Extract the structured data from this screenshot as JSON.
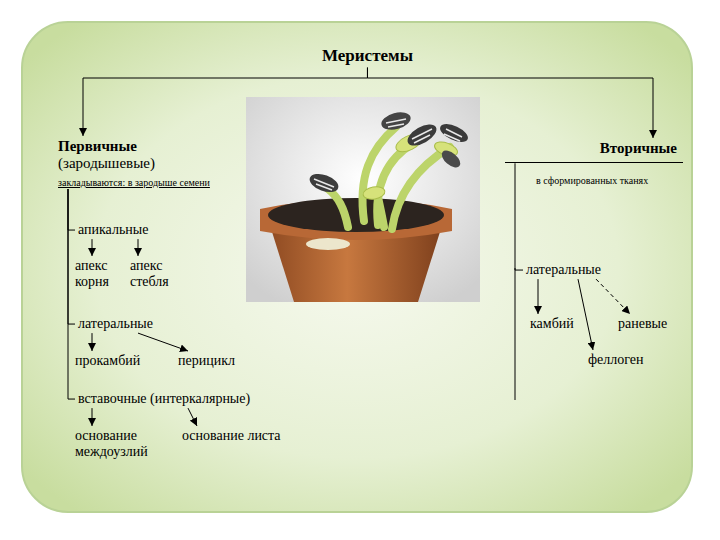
{
  "diagram": {
    "nodes": [
      {
        "text": [
          "Меристемы"
        ]
      },
      {
        "text": [
          "Первичные",
          "(зародышевые)",
          "закладываются: в зародыше семени"
        ]
      },
      {
        "text": [
          "Вторичные",
          "в сформированных тканях"
        ]
      },
      {
        "text": [
          "апикальные"
        ]
      },
      {
        "text": [
          "апекс корня"
        ]
      },
      {
        "text": [
          "апекс стебля"
        ]
      },
      {
        "text": [
          "латеральные"
        ]
      },
      {
        "text": [
          "прокамбий"
        ]
      },
      {
        "text": [
          "перицикл"
        ]
      },
      {
        "text": [
          "вставочные (интеркалярные)"
        ]
      },
      {
        "text": [
          "основание междоузлий"
        ]
      },
      {
        "text": [
          "основание листа"
        ]
      },
      {
        "text": [
          "латеральные"
        ]
      },
      {
        "text": [
          "камбий"
        ]
      },
      {
        "text": [
          "раневые"
        ]
      },
      {
        "text": [
          "феллоген"
        ]
      }
    ],
    "edges": [
      {
        "from": 0,
        "to": 1,
        "arrow": "to"
      },
      {
        "from": 0,
        "to": 2,
        "arrow": "to"
      },
      {
        "from": 1,
        "to": 3,
        "arrow": "none"
      },
      {
        "from": 1,
        "to": 6,
        "arrow": "none"
      },
      {
        "from": 1,
        "to": 9,
        "arrow": "none"
      },
      {
        "from": 3,
        "to": 4,
        "arrow": "to"
      },
      {
        "from": 3,
        "to": 5,
        "arrow": "to"
      },
      {
        "from": 6,
        "to": 7,
        "arrow": "to"
      },
      {
        "from": 6,
        "to": 8,
        "arrow": "to"
      },
      {
        "from": 9,
        "to": 10,
        "arrow": "to"
      },
      {
        "from": 9,
        "to": 11,
        "arrow": "to"
      },
      {
        "from": 2,
        "to": 12,
        "arrow": "none"
      },
      {
        "from": 12,
        "to": 13,
        "arrow": "to"
      },
      {
        "from": 12,
        "to": 15,
        "arrow": "to"
      },
      {
        "from": 12,
        "to": 14,
        "arrow": "to"
      }
    ]
  }
}
